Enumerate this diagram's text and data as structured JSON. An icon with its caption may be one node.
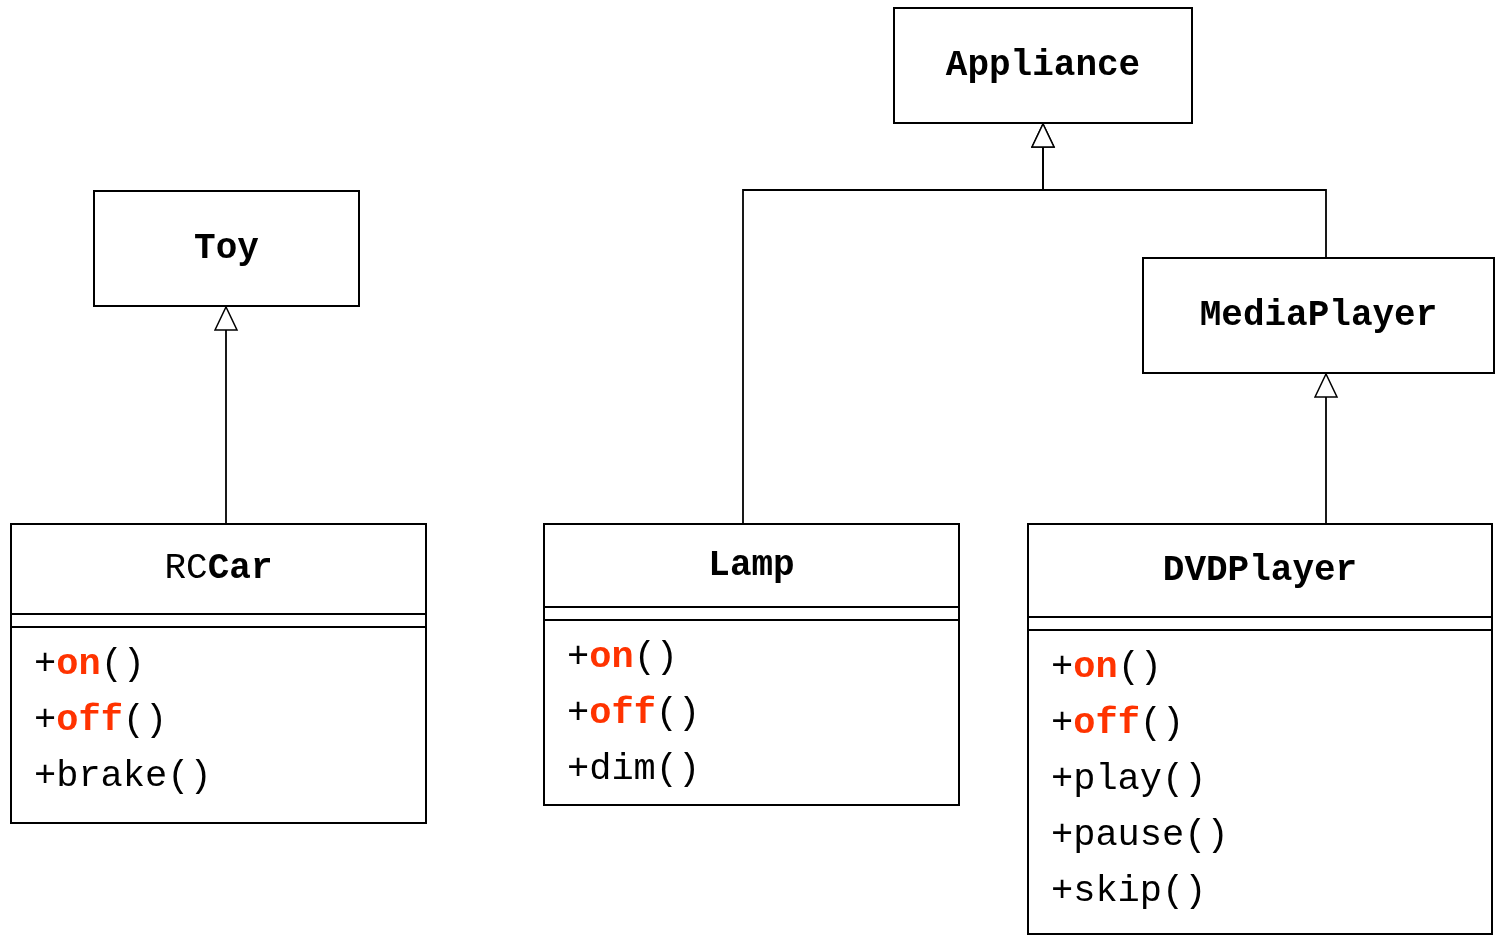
{
  "diagram": {
    "nodes": [
      {
        "text": [
          "Appliance"
        ]
      },
      {
        "text": [
          "Toy"
        ]
      },
      {
        "text": [
          "MediaPlayer"
        ]
      },
      {
        "text": [
          "RC**Car**",
          "+**on**()",
          "+**off**()",
          "+brake()"
        ]
      },
      {
        "text": [
          "Lamp",
          "+**on**()",
          "+**off**()",
          "+dim()"
        ]
      },
      {
        "text": [
          "DVDPlayer",
          "+**on**()",
          "+**off**()",
          "+play()",
          "+pause()",
          "+skip()"
        ]
      }
    ],
    "edges": [
      {
        "from": 3,
        "to": 1,
        "arrow": "to"
      },
      {
        "from": 4,
        "to": 0,
        "arrow": "to"
      },
      {
        "from": 2,
        "to": 0,
        "arrow": "to"
      },
      {
        "from": 5,
        "to": 2,
        "arrow": "to"
      }
    ]
  }
}
